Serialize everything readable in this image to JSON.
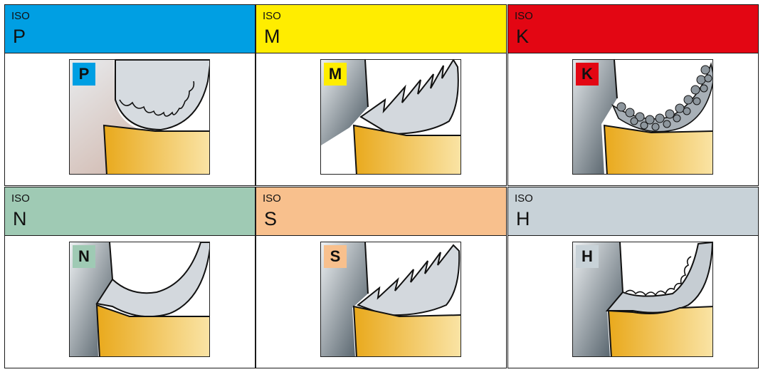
{
  "groups": [
    {
      "iso": "ISO",
      "letter": "P",
      "tag": "P",
      "color": "#009FE3"
    },
    {
      "iso": "ISO",
      "letter": "M",
      "tag": "M",
      "color": "#FFED00"
    },
    {
      "iso": "ISO",
      "letter": "K",
      "tag": "K",
      "color": "#E30613"
    },
    {
      "iso": "ISO",
      "letter": "N",
      "tag": "N",
      "color": "#9FCAB4"
    },
    {
      "iso": "ISO",
      "letter": "S",
      "tag": "S",
      "color": "#F8C08D"
    },
    {
      "iso": "ISO",
      "letter": "H",
      "tag": "H",
      "color": "#C8D2D8"
    }
  ]
}
